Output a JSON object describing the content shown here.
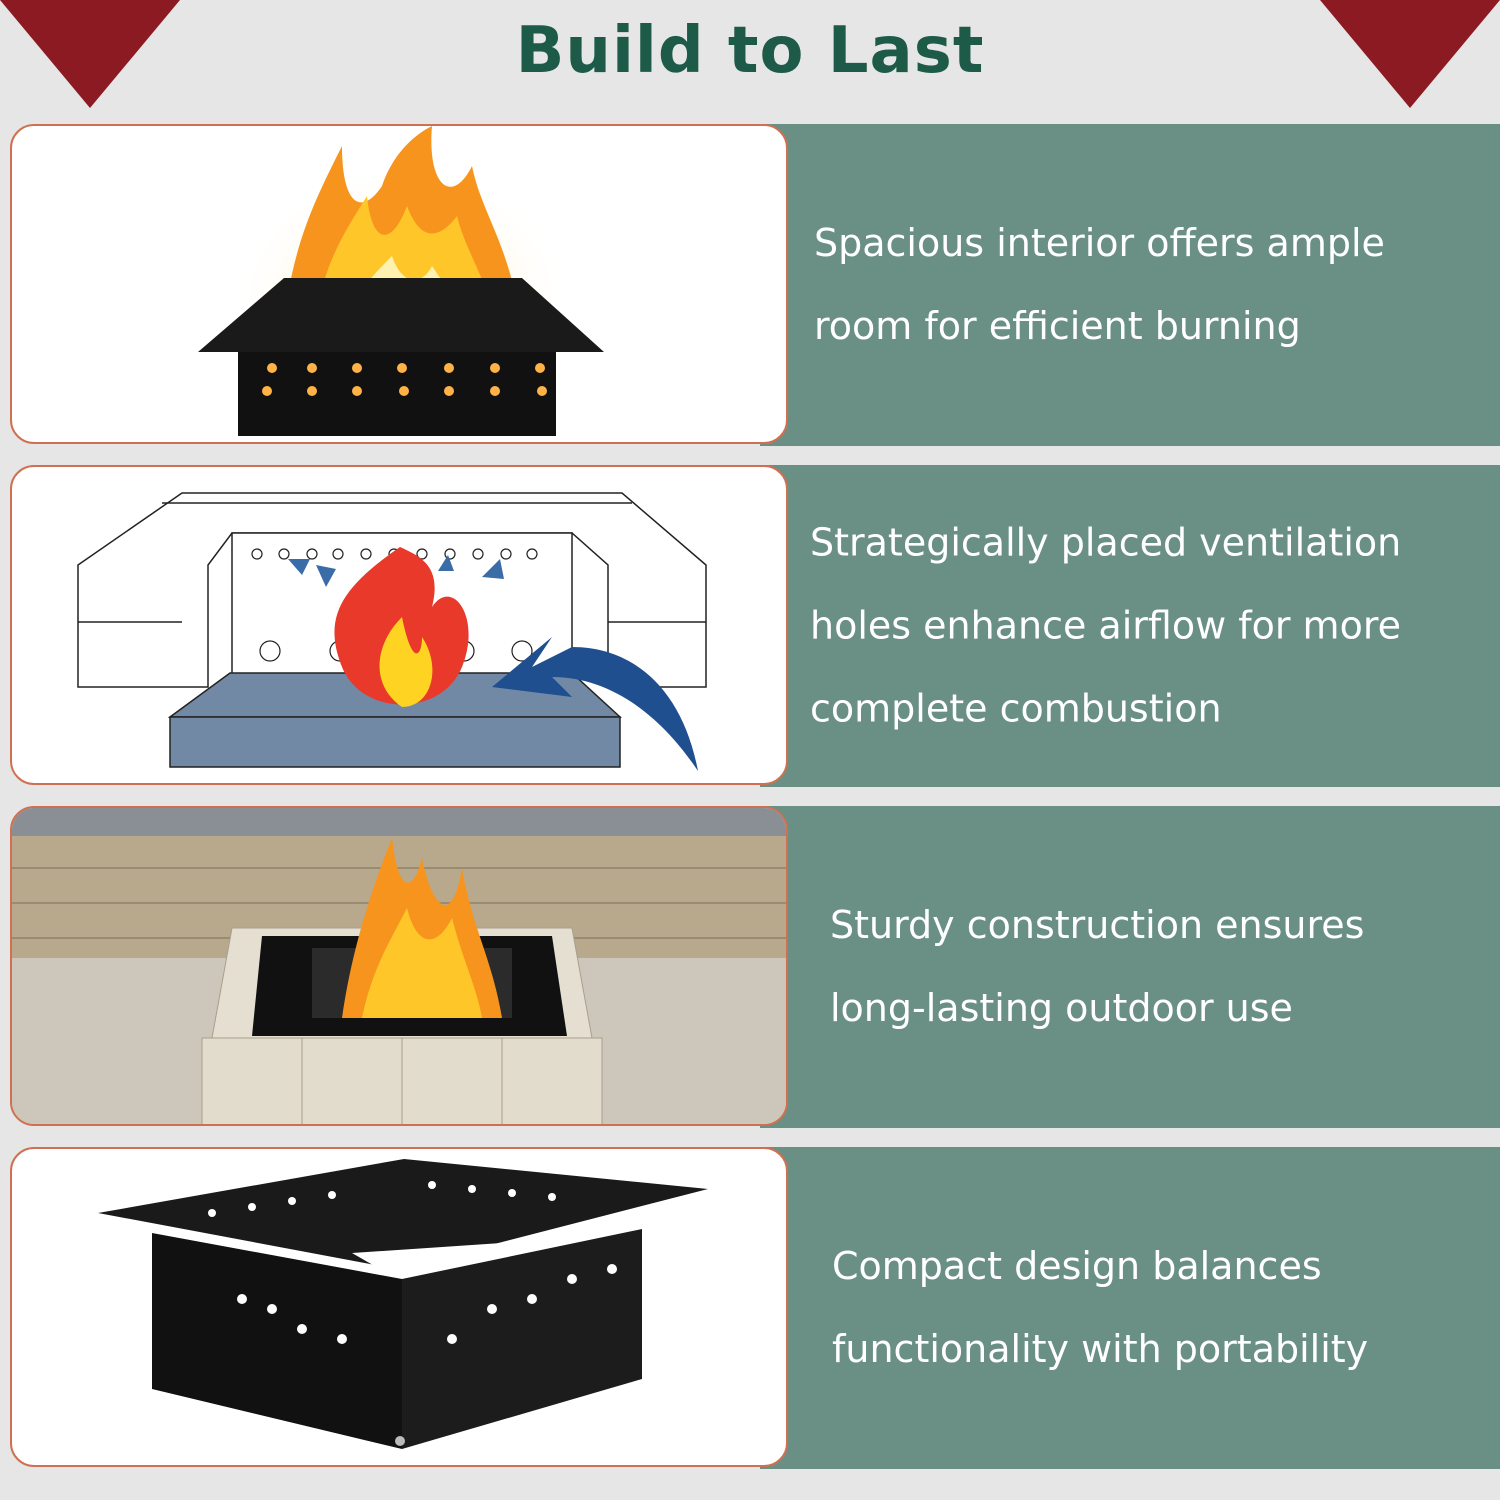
{
  "header": {
    "title": "Build to Last",
    "accent_color": "#8c1a22",
    "title_color": "#1e5a48"
  },
  "panel_color": "#6a8f84",
  "features": [
    {
      "lines": [
        "Spacious interior offers ample",
        "room for efficient burning"
      ],
      "image": "fire-pit-insert-with-flames"
    },
    {
      "lines": [
        "Strategically placed ventilation",
        "holes enhance airflow for more",
        "complete combustion"
      ],
      "image": "airflow-diagram"
    },
    {
      "lines": [
        "Sturdy construction ensures",
        "long-lasting outdoor use"
      ],
      "image": "stone-patio-fire-pit"
    },
    {
      "lines": [
        "Compact design balances",
        "functionality with portability"
      ],
      "image": "black-steel-fire-ring"
    }
  ]
}
